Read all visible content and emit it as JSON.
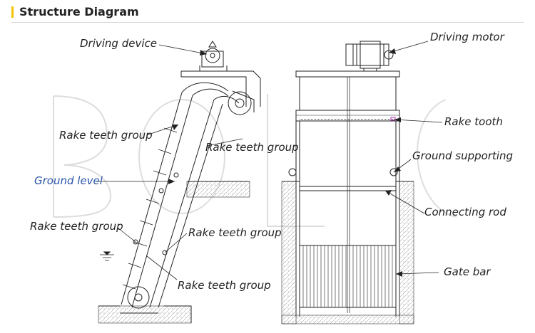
{
  "header": {
    "title": "Structure Diagram"
  },
  "watermark": {
    "text": "BOLE"
  },
  "labels": {
    "driving_device": "Driving device",
    "driving_motor": "Driving motor",
    "rake_teeth_group_1": "Rake teeth group",
    "rake_teeth_group_2": "Rake teeth group",
    "rake_teeth_group_3": "Rake teeth group",
    "rake_teeth_group_4": "Rake teeth group",
    "rake_teeth_group_5": "Rake teeth group",
    "ground_level": "Ground level",
    "rake_tooth": "Rake tooth",
    "ground_supporting": "Ground supporting",
    "connecting_rod": "Connecting rod",
    "gate_bar": "Gate bar"
  },
  "colors": {
    "accent": "#f5c400",
    "ground_level": "#2a55a8",
    "line": "#222222"
  }
}
